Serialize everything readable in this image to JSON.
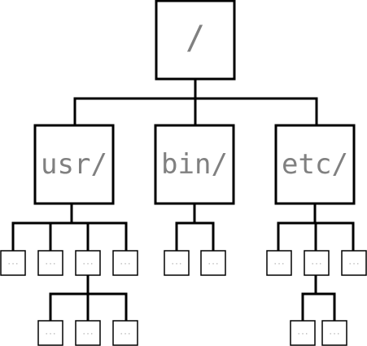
{
  "tree": {
    "root": {
      "label": "/",
      "children": [
        {
          "label": "usr/",
          "children": [
            {
              "label": "..."
            },
            {
              "label": "..."
            },
            {
              "label": "...",
              "children": [
                {
                  "label": "..."
                },
                {
                  "label": "..."
                },
                {
                  "label": "..."
                }
              ]
            },
            {
              "label": "..."
            }
          ]
        },
        {
          "label": "bin/",
          "children": [
            {
              "label": "..."
            },
            {
              "label": "..."
            }
          ]
        },
        {
          "label": "etc/",
          "children": [
            {
              "label": "..."
            },
            {
              "label": "...",
              "children": [
                {
                  "label": "..."
                },
                {
                  "label": "..."
                }
              ]
            },
            {
              "label": "..."
            }
          ]
        }
      ]
    }
  }
}
